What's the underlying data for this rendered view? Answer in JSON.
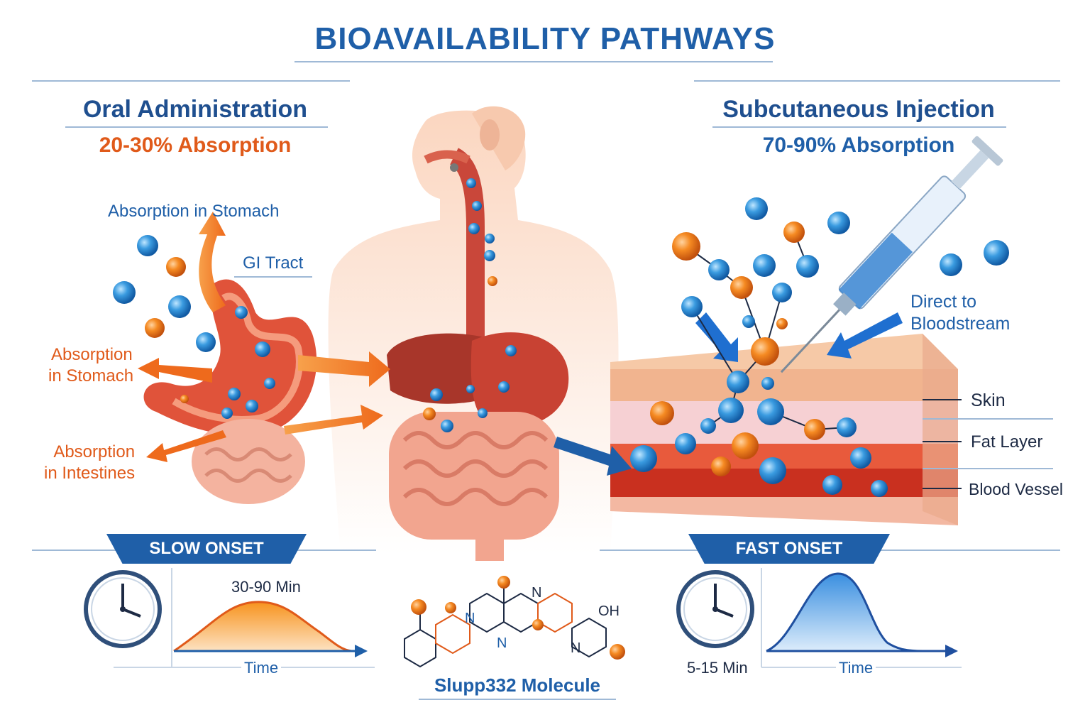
{
  "title": "BIOAVAILABILITY PATHWAYS",
  "oral": {
    "heading": "Oral Administration",
    "absorption": "20-30% Absorption",
    "label_stomach_top": "Absorption in Stomach",
    "label_gi": "GI Tract",
    "label_stomach_left_1": "Absorption",
    "label_stomach_left_2": "in Stomach",
    "label_intestines_1": "Absorption",
    "label_intestines_2": "in Intestines",
    "onset_banner": "SLOW ONSET",
    "onset_time": "30-90 Min",
    "axis_label": "Time"
  },
  "injection": {
    "heading": "Subcutaneous Injection",
    "absorption": "70-90% Absorption",
    "direct_1": "Direct to",
    "direct_2": "Bloodstream",
    "layer_skin": "Skin",
    "layer_fat": "Fat Layer",
    "layer_blood": "Blood Vessel",
    "onset_banner": "FAST ONSET",
    "onset_time": "5-15 Min",
    "axis_label": "Time"
  },
  "molecule": {
    "label": "Slupp332 Molecule",
    "atom_n1": "N",
    "atom_n2": "N",
    "atom_n3": "N",
    "atom_n4": "N",
    "atom_oh": "OH"
  },
  "colors": {
    "primary_blue": "#1f5fa8",
    "accent_orange": "#e05a1a"
  }
}
